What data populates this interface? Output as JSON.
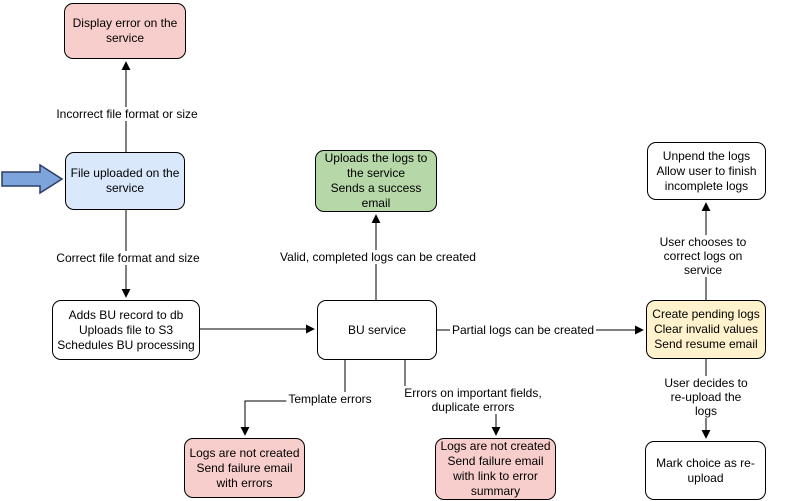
{
  "diagram": {
    "type": "flowchart",
    "description": "File upload and BU (bulk upload) processing flow"
  },
  "colors": {
    "node_pink": "#f8cecc",
    "node_blue": "#dae8fc",
    "node_green": "#b6d7a8",
    "node_yellow": "#fff2cc",
    "node_white": "#ffffff",
    "border": "#000000",
    "entry_arrow_fill": "#7da5dc",
    "entry_arrow_stroke": "#2c3e64"
  },
  "nodes": {
    "display_error": {
      "text": "Display error on the\nservice",
      "color": "pink"
    },
    "file_uploaded": {
      "text": "File uploaded on the\nservice",
      "color": "blue"
    },
    "adds_bu": {
      "text": "Adds BU record to db\nUploads file to S3\nSchedules BU processing",
      "color": "white"
    },
    "bu_service": {
      "text": "BU service",
      "color": "white"
    },
    "uploads_logs": {
      "text": "Uploads the logs to\nthe service\nSends a success\nemail",
      "color": "green"
    },
    "logs_not_created_errors": {
      "text": "Logs are not created\nSend failure email\nwith errors",
      "color": "pink"
    },
    "logs_not_created_link": {
      "text": "Logs are not created\nSend failure email\nwith link to error\nsummary",
      "color": "pink"
    },
    "create_pending": {
      "text": "Create pending logs\nClear invalid values\nSend resume email",
      "color": "yellow"
    },
    "unpend_logs": {
      "text": "Unpend the logs\nAllow user to finish\nincomplete logs",
      "color": "white"
    },
    "mark_choice": {
      "text": "Mark choice as re-\nupload",
      "color": "white"
    }
  },
  "edges": {
    "incorrect_format": {
      "label": "Incorrect file format or size"
    },
    "correct_format": {
      "label": "Correct file format and size"
    },
    "valid_logs": {
      "label": "Valid, completed logs can be created"
    },
    "partial_logs": {
      "label": "Partial logs can be created"
    },
    "template_errors": {
      "label": "Template errors"
    },
    "important_field_errors": {
      "label": "Errors on important fields,\nduplicate errors"
    },
    "choose_correct": {
      "label": "User chooses to correct logs on service"
    },
    "reupload": {
      "label": "User decides to re-upload the logs"
    }
  }
}
